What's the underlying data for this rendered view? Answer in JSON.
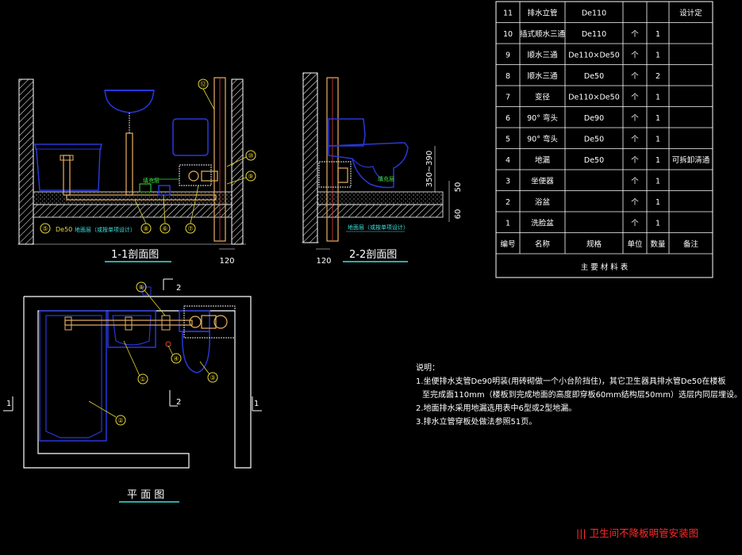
{
  "material_table": {
    "header": {
      "no": "编号",
      "name": "名称",
      "spec": "规格",
      "unit": "单位",
      "qty": "数量",
      "note": "备注"
    },
    "rows": [
      {
        "no": "11",
        "name": "排水立管",
        "spec": "De110",
        "unit": "",
        "qty": "",
        "note": "设计定"
      },
      {
        "no": "10",
        "name": "插式顺水三通",
        "spec": "De110",
        "unit": "个",
        "qty": "1",
        "note": ""
      },
      {
        "no": "9",
        "name": "顺水三通",
        "spec": "De110×De50",
        "unit": "个",
        "qty": "1",
        "note": ""
      },
      {
        "no": "8",
        "name": "顺水三通",
        "spec": "De50",
        "unit": "个",
        "qty": "2",
        "note": ""
      },
      {
        "no": "7",
        "name": "变径",
        "spec": "De110×De50",
        "unit": "个",
        "qty": "1",
        "note": ""
      },
      {
        "no": "6",
        "name": "90° 弯头",
        "spec": "De90",
        "unit": "个",
        "qty": "1",
        "note": ""
      },
      {
        "no": "5",
        "name": "90° 弯头",
        "spec": "De50",
        "unit": "个",
        "qty": "1",
        "note": ""
      },
      {
        "no": "4",
        "name": "地漏",
        "spec": "De50",
        "unit": "个",
        "qty": "1",
        "note": "可拆卸清通"
      },
      {
        "no": "3",
        "name": "坐便器",
        "spec": "",
        "unit": "个",
        "qty": "1",
        "note": ""
      },
      {
        "no": "2",
        "name": "浴盆",
        "spec": "",
        "unit": "个",
        "qty": "1",
        "note": ""
      },
      {
        "no": "1",
        "name": "洗脸盆",
        "spec": "",
        "unit": "个",
        "qty": "1",
        "note": ""
      }
    ],
    "caption": "主 要 材 料 表"
  },
  "section1": {
    "title": "1-1剖面图",
    "dim_wall": "120",
    "label_de50": "De50",
    "label_fill_note": "地面层（或按单项设计）",
    "label_fill": "填充层",
    "callouts": [
      "⑤",
      "⑧",
      "⑥",
      "⑦",
      "⑨",
      "⑩",
      "⑫"
    ]
  },
  "section2": {
    "title": "2-2剖面图",
    "dim_wall": "120",
    "dim_height": "350~390",
    "dim_50": "50",
    "dim_60": "60",
    "label_fill": "填充层",
    "label_floor_note": "地面层（或按单项设计）"
  },
  "plan": {
    "title": "平  面  图",
    "section_mark_1": "1",
    "section_mark_2": "2",
    "callouts": [
      "①",
      "②",
      "③",
      "④",
      "⑧"
    ]
  },
  "notes": {
    "heading": "说明：",
    "lines": [
      "1.坐便排水支管De90明装(用砖砌做一个小台阶挡住)，其它卫生器具排水管De50在楼板",
      "至完成面110mm（楼板到完成地面的高度即穿板60mm结构层50mm）选层内同层埋设。",
      "2.地面排水采用地漏选用表中6型或2型地漏。",
      "3.排水立管穿板处做法参照51页。"
    ]
  },
  "drawing_title": "||| 卫生间不降板明管安装图",
  "colors": {
    "background": "#000000",
    "wall": "#ffffff",
    "fixture": "#2838d8",
    "pipe": "#e8b060",
    "pipe_red": "#e04040",
    "callout": "#e8d838",
    "section_title": "#ffffff",
    "dimension": "#ffffff",
    "accent_cyan": "#40e0e0",
    "accent_green": "#40e040",
    "title_red": "#ff2a2a"
  }
}
